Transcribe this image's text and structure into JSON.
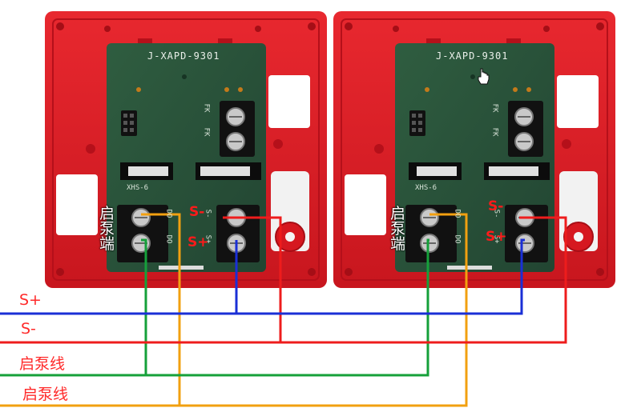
{
  "modules": [
    {
      "board_model": "J-XAPD-9301",
      "chip_label": "XHS-6",
      "fk_labels": [
        "FK",
        "FK"
      ],
      "terminal_pins": [
        "S-",
        "S+",
        "DO",
        "DO"
      ],
      "pump_terminal_label": "启泵端",
      "s_minus_label": "S-",
      "s_plus_label": "S+"
    },
    {
      "board_model": "J-XAPD-9301",
      "chip_label": "XHS-6",
      "fk_labels": [
        "FK",
        "FK"
      ],
      "terminal_pins": [
        "S-",
        "S+",
        "DO",
        "DO"
      ],
      "pump_terminal_label": "启泵端",
      "s_minus_label": "S-",
      "s_plus_label": "S+"
    }
  ],
  "wires": [
    {
      "label": "S+",
      "color": "#1a2fd6",
      "label_color": "#ff2a2a"
    },
    {
      "label": "S-",
      "color": "#ee1c1c",
      "label_color": "#ff2a2a"
    },
    {
      "label": "启泵线",
      "color": "#15a03a",
      "label_color": "#ff2a2a"
    },
    {
      "label": "启泵线",
      "color": "#f2a010",
      "label_color": "#ff2a2a"
    }
  ],
  "colors": {
    "housing_red": "#e01e28",
    "pcb_green": "#2e5a3e",
    "background": "#ffffff"
  },
  "icons": [
    "hand-cursor-icon"
  ]
}
